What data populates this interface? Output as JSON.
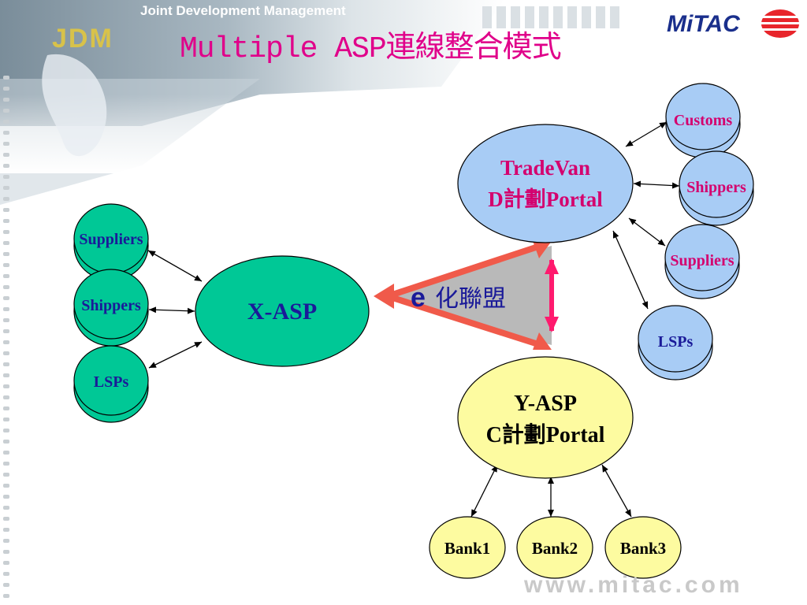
{
  "header": {
    "subtitle": "Joint Development Management",
    "logo_text": "JDM",
    "title": "Multiple ASP連線整合模式",
    "brand": "MiTAC",
    "footer_url": "www.mitac.com"
  },
  "diagram": {
    "hub_left": "X-ASP",
    "hub_top_line1": "TradeVan",
    "hub_top_line2": "D計劃Portal",
    "hub_bottom_line1": "Y-ASP",
    "hub_bottom_line2": "C計劃Portal",
    "alliance_prefix": "e",
    "alliance_text": "化聯盟",
    "left_nodes": [
      "Suppliers",
      "Shippers",
      "LSPs"
    ],
    "right_nodes": [
      "Customs",
      "Shippers",
      "Suppliers",
      "LSPs"
    ],
    "bank_nodes": [
      "Bank1",
      "Bank2",
      "Bank3"
    ]
  },
  "colors": {
    "title": "#e0008a",
    "green_node": "#00c896",
    "blue_node": "#a8ccf5",
    "yellow_node": "#fdfba0",
    "arrow_red": "#f05a4a",
    "arrow_pink": "#ff1a6e",
    "brand_blue": "#1a2f8c"
  }
}
